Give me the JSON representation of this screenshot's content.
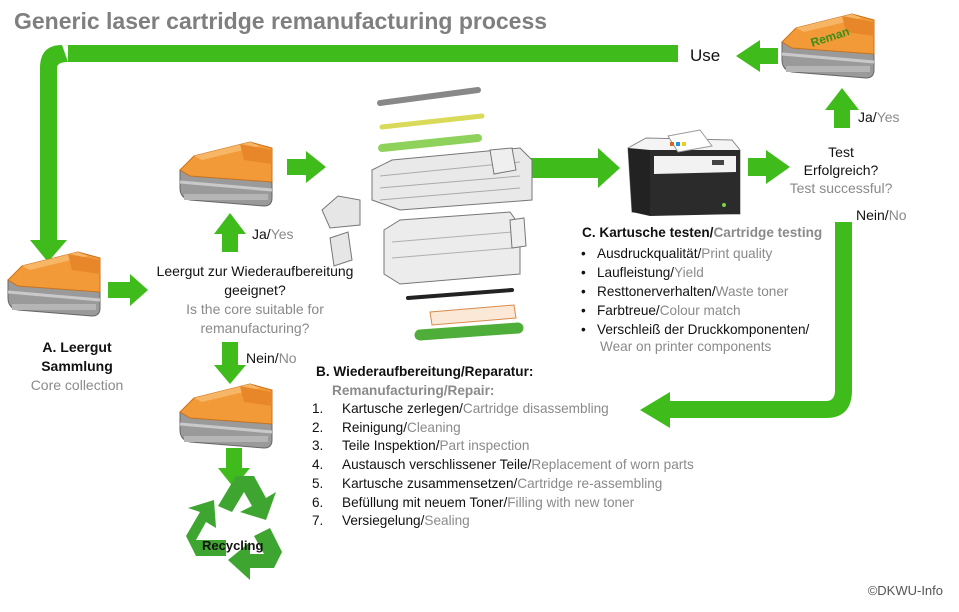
{
  "title": "Generic laser cartridge remanufacturing process",
  "colors": {
    "arrow": "#3fbb1c",
    "cartridge": "#f39a38",
    "title": "#7f7f7f",
    "english": "#8a8a8a"
  },
  "use_label": "Use",
  "reman_label": "Reman",
  "recycling_label": "Recycling",
  "collection": {
    "title_line1": "A. Leergut",
    "title_line2": "Sammlung",
    "english": "Core collection"
  },
  "decision_suitable": {
    "de_line1": "Leergut zur Wiederaufbereitung",
    "de_line2": "geeignet?",
    "en_line1": "Is the core suitable for",
    "en_line2": "remanufacturing?",
    "yes_de": "Ja/",
    "yes_en": "Yes",
    "no_de": "Nein/",
    "no_en": "No"
  },
  "decision_test": {
    "de_line1": "Test",
    "de_line2": "Erfolgreich?",
    "en": "Test successful?",
    "yes_de": "Ja/",
    "yes_en": "Yes",
    "no_de": "Nein/",
    "no_en": "No"
  },
  "remanufacturing": {
    "heading_de": "B. Wiederaufbereitung/Reparatur:",
    "heading_en": "Remanufacturing/Repair:",
    "steps": [
      {
        "num": "1.",
        "de": "Kartusche zerlegen/",
        "en": "Cartridge disassembling"
      },
      {
        "num": "2.",
        "de": "Reinigung/",
        "en": "Cleaning"
      },
      {
        "num": "3.",
        "de": "Teile Inspektion/",
        "en": "Part inspection"
      },
      {
        "num": "4.",
        "de": "Austausch verschlissener Teile/",
        "en": "Replacement of worn parts"
      },
      {
        "num": "5.",
        "de": "Kartusche zusammensetzen/",
        "en": "Cartridge re-assembling"
      },
      {
        "num": "6.",
        "de": "Befüllung mit neuem Toner/",
        "en": "Filling with new toner"
      },
      {
        "num": "7.",
        "de": "Versiegelung/",
        "en": "Sealing"
      }
    ]
  },
  "testing": {
    "heading_de": "C. Kartusche testen/",
    "heading_en": "Cartridge testing",
    "bullet": "•",
    "items": [
      {
        "de": "Ausdruckqualität/",
        "en": "Print quality"
      },
      {
        "de": "Laufleistung/",
        "en": "Yield"
      },
      {
        "de": "Resttonerverhalten/",
        "en": "Waste toner"
      },
      {
        "de": "Farbtreue/",
        "en": "Colour match"
      },
      {
        "de": "Verschleiß der Druckkomponenten/",
        "en": ""
      }
    ],
    "last_item_en": "Wear on printer components"
  },
  "copyright": "©DKWU-Info"
}
